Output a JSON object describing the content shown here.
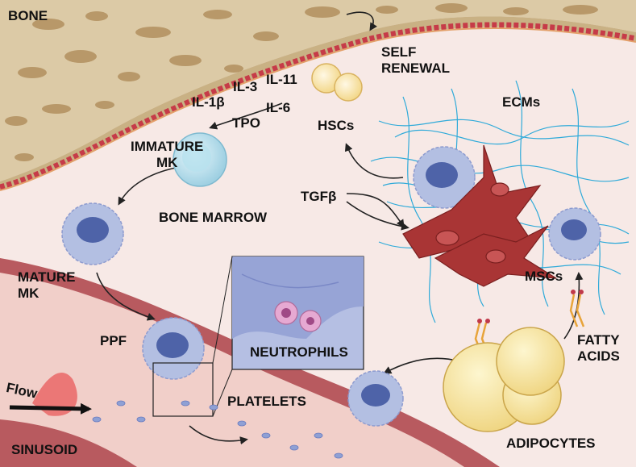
{
  "labels": {
    "bone": "BONE",
    "self_renewal": "SELF\nRENEWAL",
    "cytokines": {
      "il3": "IL-3",
      "il11": "IL-11",
      "il1b": "IL-1β",
      "il6": "IL-6",
      "tpo": "TPO"
    },
    "hscs": "HSCs",
    "ecms": "ECMs",
    "immature_mk": "IMMATURE\nMK",
    "tgfb": "TGFβ",
    "bone_marrow": "BONE MARROW",
    "mature_mk": "MATURE\nMK",
    "mscs": "MSCs",
    "ppf": "PPF",
    "neutrophils": "NEUTROPHILS",
    "flow": "Flow",
    "platelets": "PLATELETS",
    "fatty_acids": "FATTY\nACIDS",
    "sinusoid": "SINUSOID",
    "adipocytes": "ADIPOCYTES"
  },
  "colors": {
    "bone": "#d9c6a3",
    "bone_pores": "#a8865a",
    "marrow": "#f7e9e6",
    "vessel_red": "#c0394a",
    "sinusoid_wall": "#b85a5f",
    "sinusoid_lumen": "#f1cfc9",
    "megakaryocyte": "#aab6dc",
    "nucleus": "#4e63a8",
    "msc": "#a83434",
    "ecm": "#1aa4d8",
    "adipocyte": "#f7e7a3",
    "fatty_acid": "#e8a43a",
    "hsc": "#fbecc4",
    "immature_mk": "#bfe3ee",
    "neutrophil": "#e6a9d2",
    "platelet": "#8fa0d4"
  }
}
